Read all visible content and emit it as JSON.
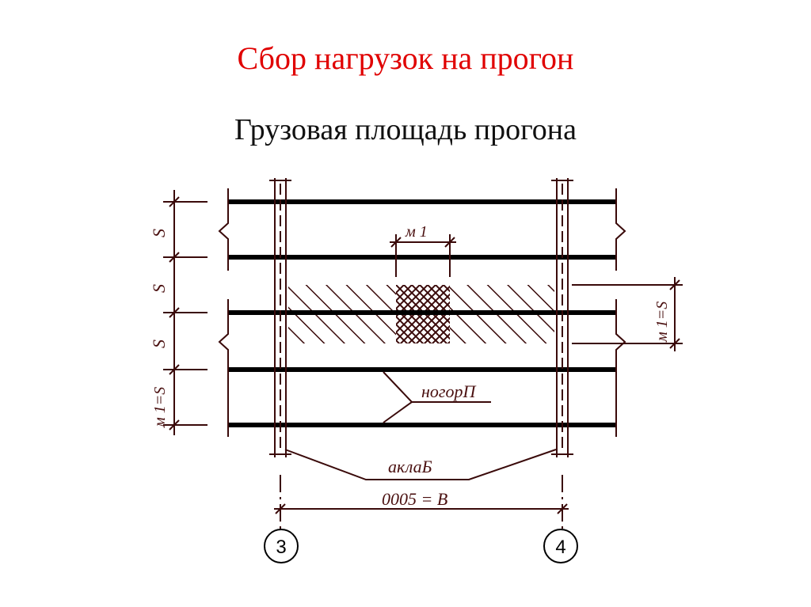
{
  "title": "Сбор нагрузок на прогон",
  "subtitle": "Грузовая площадь прогона",
  "labels": {
    "m1_top": "м 1",
    "m1_right": "м 1=S",
    "purlin": "нoгорП",
    "beam": "аклаБ",
    "span": "0005 = B",
    "s1": "S",
    "s2": "S",
    "s3": "S",
    "m1_left": "м 1=S"
  },
  "axes": [
    "3",
    "4"
  ],
  "colors": {
    "title": "#e00000",
    "lines": "#3a0a0a",
    "beams": "#000000"
  }
}
